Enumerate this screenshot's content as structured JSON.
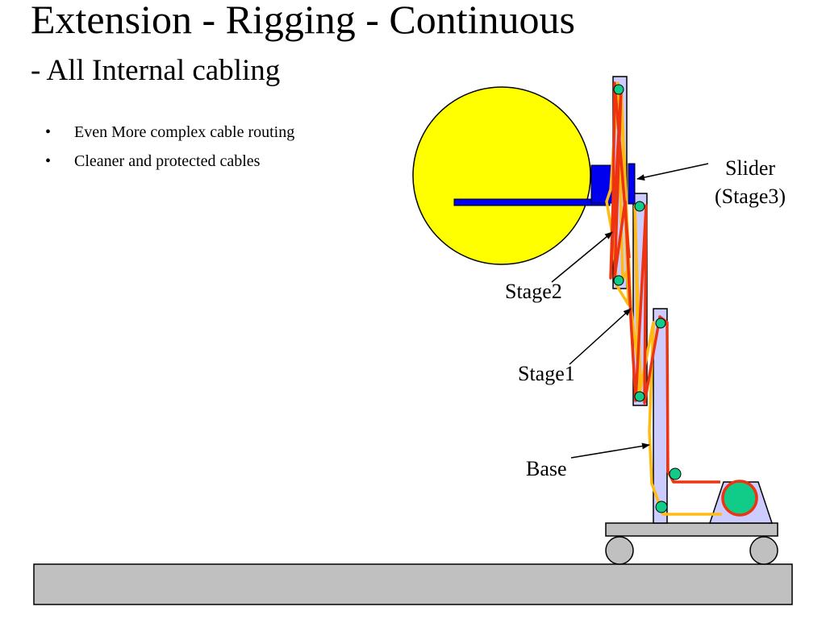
{
  "slide": {
    "title": "Extension - Rigging - Continuous",
    "subtitle": "- All Internal cabling",
    "bullets": [
      "Even More complex cable routing",
      "Cleaner and protected cables"
    ],
    "bullet_glyph": "•"
  },
  "labels": {
    "slider_line1": "Slider",
    "slider_line2": "(Stage3)",
    "stage2": "Stage2",
    "stage1": "Stage1",
    "base": "Base"
  },
  "colors": {
    "wheel_disc": "#ffff00",
    "mount": "#0000ee",
    "stage_body": "#ccccff",
    "cable_red": "#ee3311",
    "cable_yellow": "#ffbb11",
    "pulley": "#11cc88",
    "cart": "#c0c0c0",
    "floor": "#c0c0c0"
  }
}
